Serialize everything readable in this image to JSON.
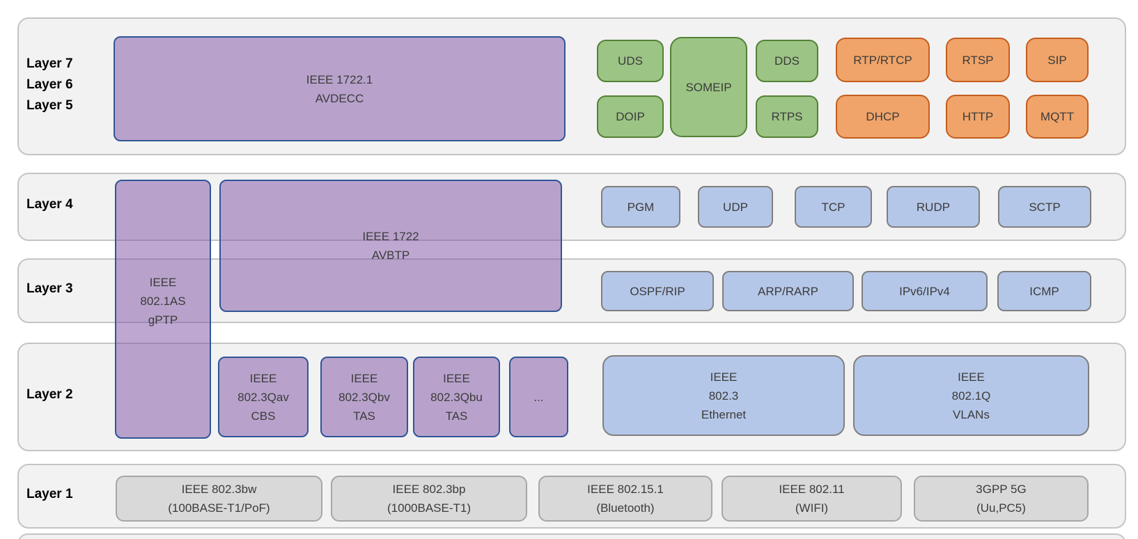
{
  "title": "Automotive Ethernet protocol stack by OSI layer",
  "colors": {
    "band_fill": "#f2f2f2",
    "band_border": "#c4c4c4",
    "purple_fill": "#b7a2ca",
    "purple_border": "#2f5597",
    "green_fill": "#9cc485",
    "green_border": "#538135",
    "orange_fill": "#f0a469",
    "orange_border": "#c55d1e",
    "blue_fill": "#b5c7e8",
    "blue_border": "#7f7f7f",
    "gray_fill": "#d9d9d9",
    "gray_border": "#a6a6a6"
  },
  "layers": {
    "l765": [
      "Layer 7",
      "Layer 6",
      "Layer 5"
    ],
    "l4": "Layer 4",
    "l3": "Layer 3",
    "l2": "Layer 2",
    "l1": "Layer 1"
  },
  "boxes": {
    "avdecc": [
      "IEEE 1722.1",
      "AVDECC"
    ],
    "gptp": [
      "IEEE",
      "802.1AS",
      "gPTP"
    ],
    "avbtp": [
      "IEEE 1722",
      "AVBTP"
    ],
    "green": [
      "UDS",
      "DOIP",
      "SOMEIP",
      "DDS",
      "RTPS"
    ],
    "orange": [
      "RTP/RTCP",
      "RTSP",
      "SIP",
      "DHCP",
      "HTTP",
      "MQTT"
    ],
    "l4_blue": [
      "PGM",
      "UDP",
      "TCP",
      "RUDP",
      "SCTP"
    ],
    "l3_blue": [
      "OSPF/RIP",
      "ARP/RARP",
      "IPv6/IPv4",
      "ICMP"
    ],
    "l2_purple": [
      [
        "IEEE",
        "802.3Qav",
        "CBS"
      ],
      [
        "IEEE",
        "802.3Qbv",
        "TAS"
      ],
      [
        "IEEE",
        "802.3Qbu",
        "TAS"
      ],
      [
        "..."
      ]
    ],
    "l2_blue": [
      [
        "IEEE",
        "802.3",
        "Ethernet"
      ],
      [
        "IEEE",
        "802.1Q",
        "VLANs"
      ]
    ],
    "l1_gray": [
      [
        "IEEE 802.3bw",
        "(100BASE-T1/PoF)"
      ],
      [
        "IEEE 802.3bp",
        "(1000BASE-T1)"
      ],
      [
        "IEEE 802.15.1",
        "(Bluetooth)"
      ],
      [
        "IEEE 802.11",
        "(WIFI)"
      ],
      [
        "3GPP 5G",
        "(Uu,PC5)"
      ]
    ]
  }
}
